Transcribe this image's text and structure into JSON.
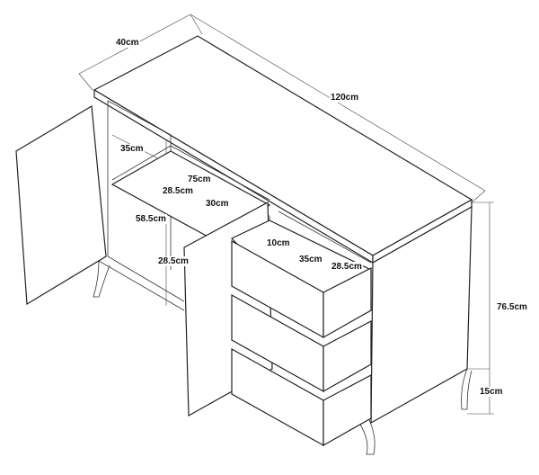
{
  "dimensions": {
    "depth": "40cm",
    "width": "120cm",
    "shelf_depth": "35cm",
    "inner_width": "75cm",
    "shelf_gap_upper": "28.5cm",
    "shelf_depth_30": "30cm",
    "inner_height": "58.5cm",
    "shelf_gap_lower": "28.5cm",
    "drawer_height": "10cm",
    "drawer_depth": "35cm",
    "drawer_width": "28.5cm",
    "total_height": "76.5cm",
    "leg_height": "15cm"
  }
}
